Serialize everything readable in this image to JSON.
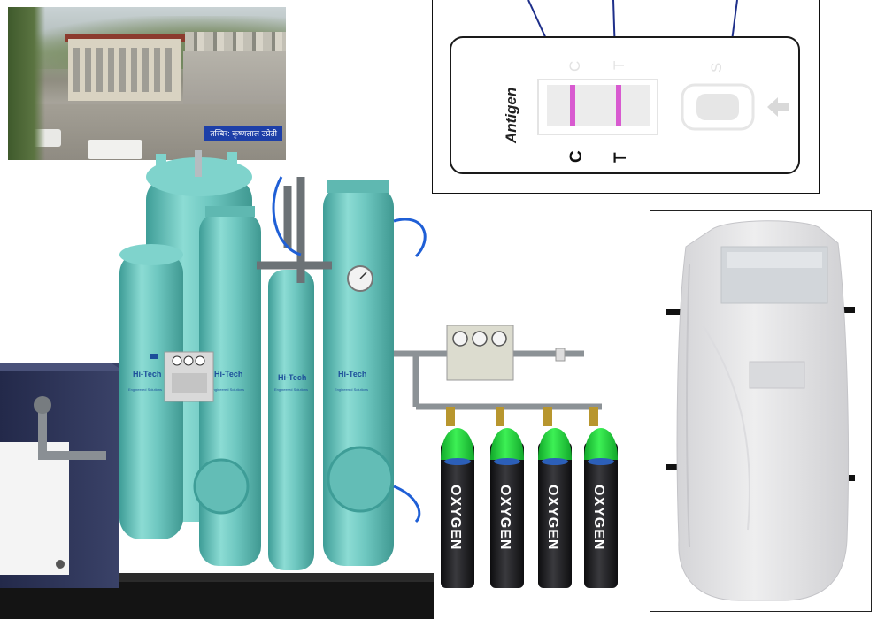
{
  "photo": {
    "caption": "तस्बिर: कृष्णलाल उप्रेती"
  },
  "antigen_test": {
    "label": "Antigen",
    "marker_c": "C",
    "marker_t": "T",
    "window_letters": [
      "C",
      "T",
      "S"
    ],
    "colors": {
      "line": "#d85ad0",
      "frame": "#1a1a1a",
      "pointer": "#1e2f8a"
    }
  },
  "oxygen_plant": {
    "brand": "Hi-Tech",
    "brand_tagline": "Engineered Solutions",
    "cylinder_label": "OXYGEN",
    "colors": {
      "vessel": "#6ec7c0",
      "cylinder_cap": "#1fd33a",
      "cylinder_body": "#1f1f22"
    }
  },
  "body_bag": {
    "colors": {
      "fabric": "#e6e6e8",
      "window": "#d2d6da",
      "strap": "#111111"
    }
  }
}
